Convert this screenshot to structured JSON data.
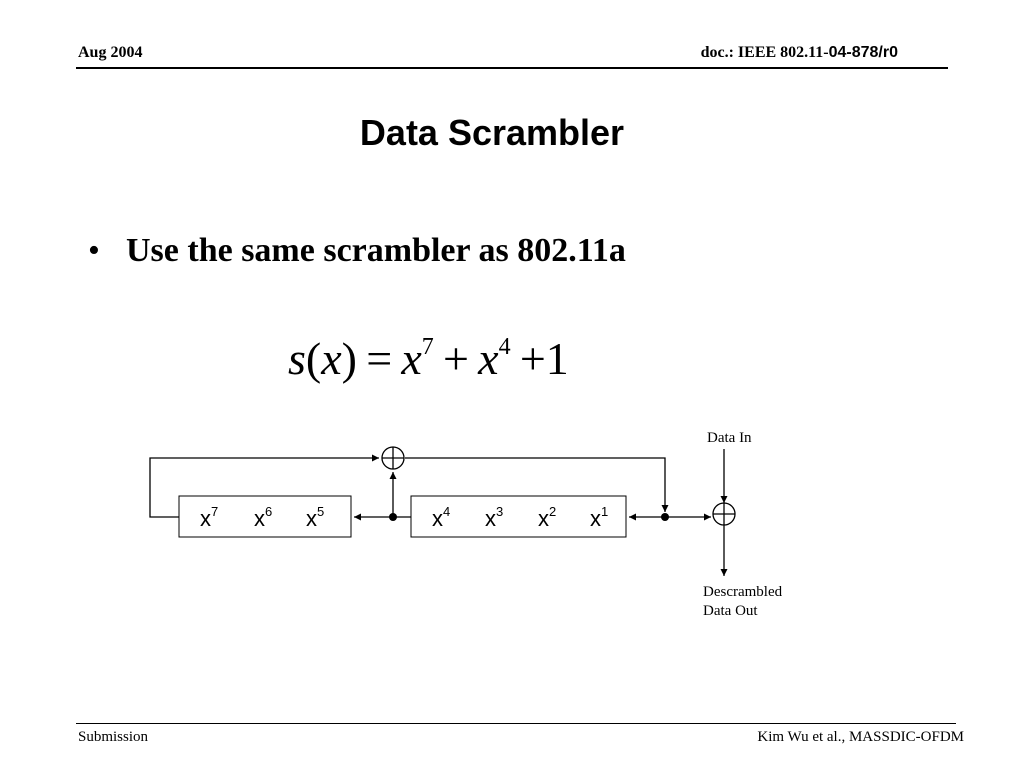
{
  "header": {
    "date": "Aug 2004",
    "doc_prefix": "doc.: IEEE 802.11-",
    "doc_number": "04-878/r0"
  },
  "slide": {
    "title": "Data Scrambler",
    "bullets": [
      {
        "marker": "•",
        "text": "Use the same scrambler as 802.11a"
      }
    ],
    "equation": {
      "lhs_func": "s",
      "lhs_var": "x",
      "x_var": "x",
      "exp1": "7",
      "exp2": "4",
      "equals": "=",
      "plus": "+",
      "constant": "1"
    }
  },
  "diagram": {
    "data_in_label": "Data In",
    "out_label_line1": "Descrambled",
    "out_label_line2": "Data Out",
    "register_left": [
      {
        "base": "x",
        "exp": "7"
      },
      {
        "base": "x",
        "exp": "6"
      },
      {
        "base": "x",
        "exp": "5"
      }
    ],
    "register_right": [
      {
        "base": "x",
        "exp": "4"
      },
      {
        "base": "x",
        "exp": "3"
      },
      {
        "base": "x",
        "exp": "2"
      },
      {
        "base": "x",
        "exp": "1"
      }
    ]
  },
  "footer": {
    "left": "Submission",
    "right": "Kim Wu et al., MASSDIC-OFDM"
  }
}
